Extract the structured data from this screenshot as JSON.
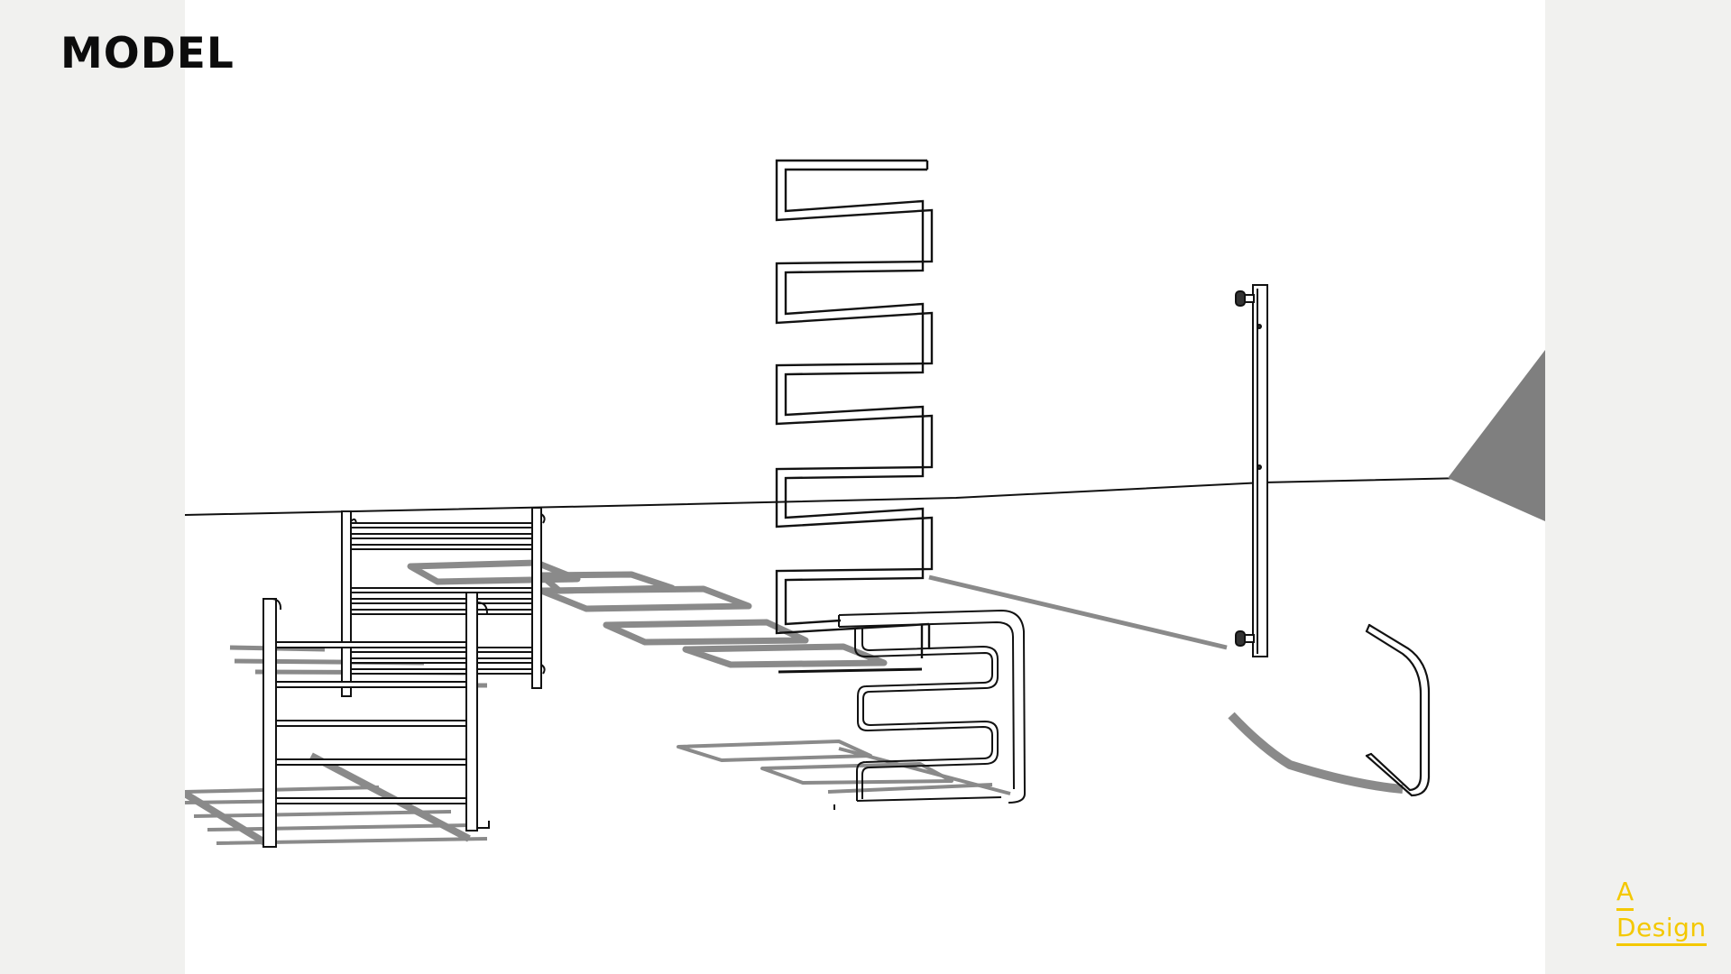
{
  "slide": {
    "title": "MODEL",
    "background_color": "#f1f1ef",
    "panel_color": "#ffffff"
  },
  "figure": {
    "type": "3d-model-render",
    "description": "Line-art render of towel radiators with cast shadows",
    "objects": [
      "ladder-towel-rail-rear",
      "ladder-towel-rail-front",
      "zigzag-towel-radiator",
      "serpentine-floor-towel-rail",
      "vertical-bar-towel-rail",
      "curved-hook-rail",
      "wall-corner-shadow"
    ],
    "shadow_color": "#808080",
    "line_color": "#111111"
  },
  "logo": {
    "line1": "A",
    "line2": "Design",
    "color": "#f4c800"
  }
}
